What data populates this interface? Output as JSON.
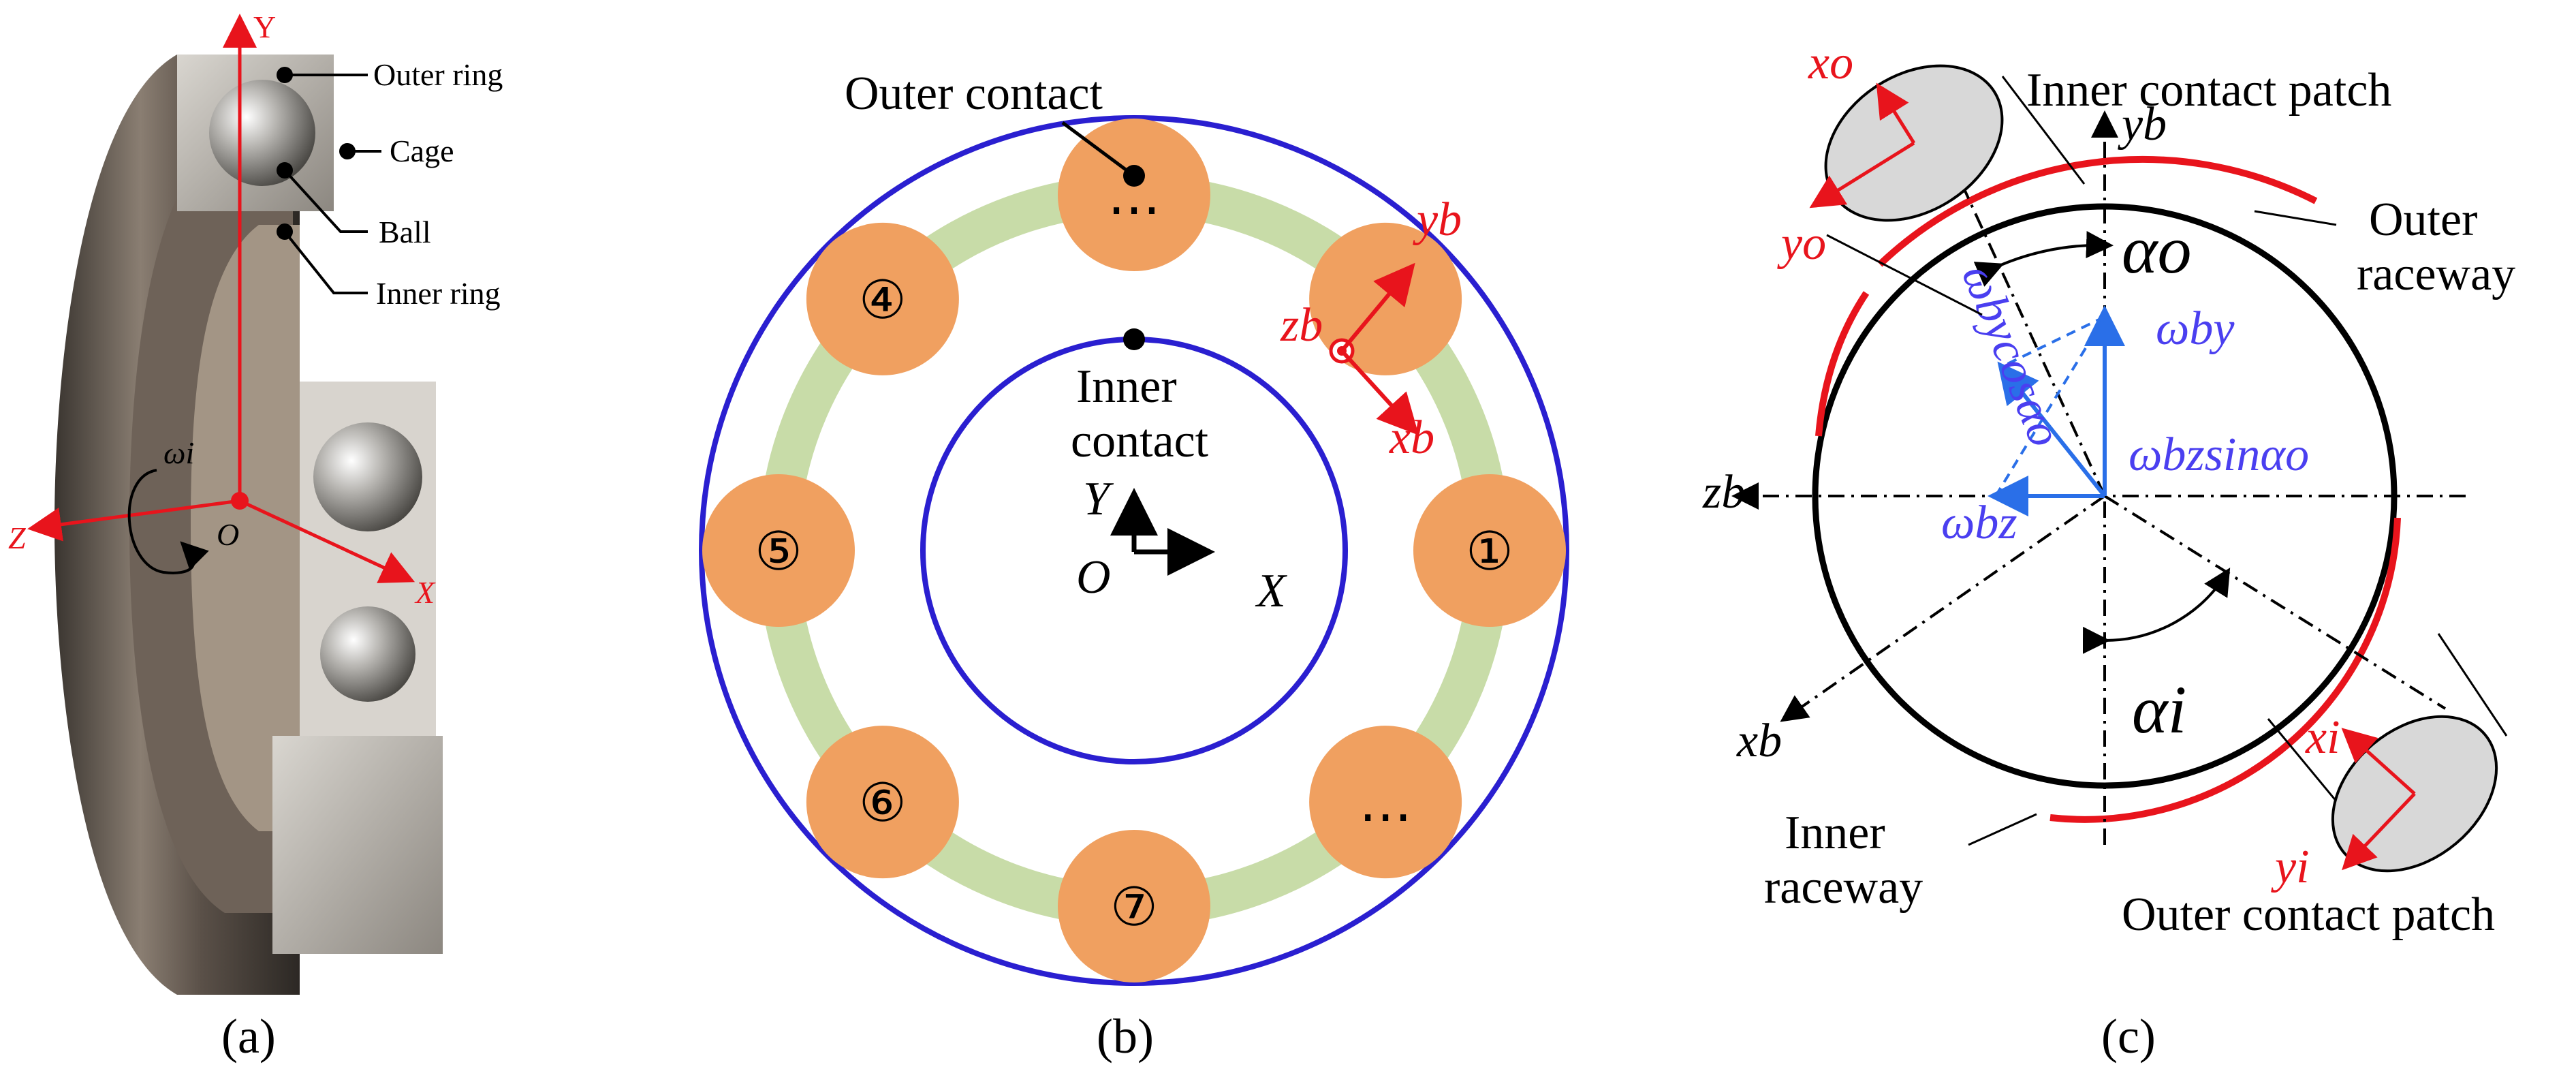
{
  "panel_a": {
    "caption": "(a)",
    "callouts": {
      "outer_ring": "Outer ring",
      "cage": "Cage",
      "ball": "Ball",
      "inner_ring": "Inner ring"
    },
    "axes": {
      "y": "Y",
      "z": "Z",
      "x": "X",
      "origin": "O"
    },
    "omega": "ωi"
  },
  "panel_b": {
    "caption": "(b)",
    "outer_contact": "Outer contact",
    "inner_contact_1": "Inner",
    "inner_contact_2": "contact",
    "axes": {
      "Y": "Y",
      "O": "O",
      "X": "X"
    },
    "ball_frame": {
      "zb": "zb",
      "yb": "yb",
      "xb": "xb"
    },
    "balls": [
      "①",
      "…",
      "⑦",
      "⑥",
      "⑤",
      "④",
      "…"
    ]
  },
  "panel_c": {
    "caption": "(c)",
    "inner_contact_patch": "Inner contact patch",
    "outer_contact_patch": "Outer contact patch",
    "outer_raceway_1": "Outer",
    "outer_raceway_2": "raceway",
    "inner_raceway_1": "Inner",
    "inner_raceway_2": "raceway",
    "axes": {
      "yb": "yb",
      "zb": "zb",
      "xb": "xb",
      "xo": "xo",
      "yo": "yo",
      "xi": "xi",
      "yi": "yi"
    },
    "alpha_o": "αo",
    "alpha_i": "αi",
    "w_by": "ωby",
    "w_bz": "ωbz",
    "w_bz_sin": "ωbzsinαo",
    "w_by_cos": "ωbycosαo"
  },
  "colors": {
    "ball_orange": "#f0a060",
    "cage_green": "#c8dca8",
    "ring_blue": "#2a1fd0",
    "axis_red": "#e8141c",
    "vector_blue": "#2a6fe8",
    "raceway_red": "#e8141c"
  }
}
